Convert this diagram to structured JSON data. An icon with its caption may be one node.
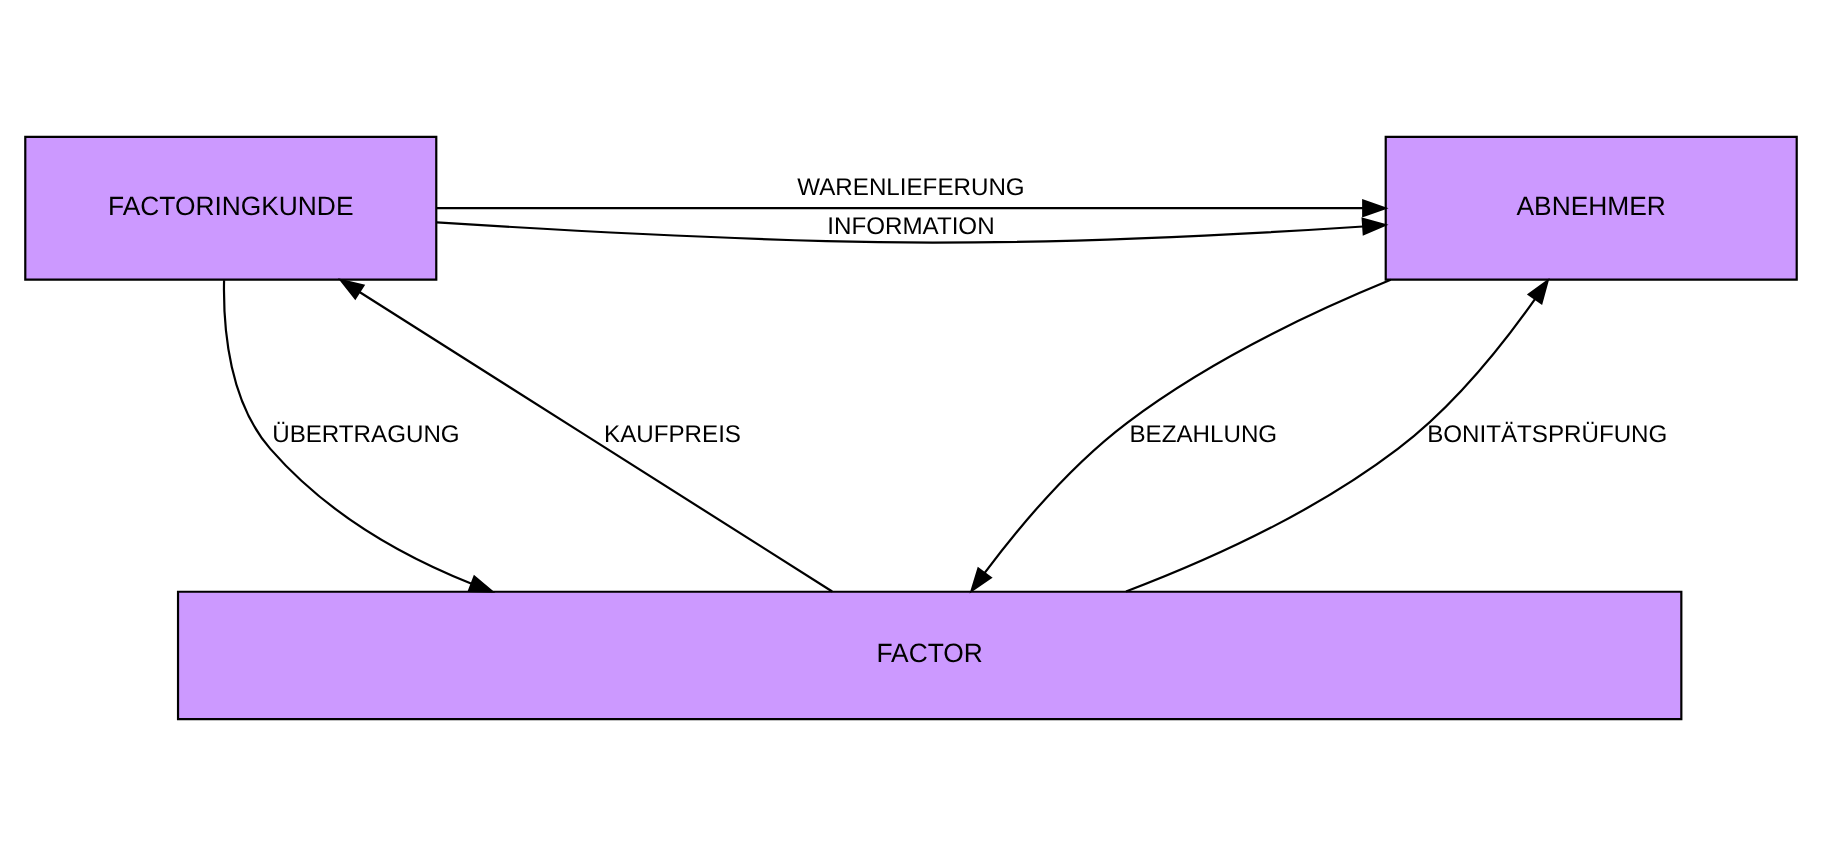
{
  "diagram": {
    "nodes": [
      {
        "text": [
          "FACTORINGKUNDE"
        ]
      },
      {
        "text": [
          "ABNEHMER"
        ]
      },
      {
        "text": [
          "FACTOR"
        ]
      }
    ],
    "edges": [
      {
        "from": 0,
        "to": 1,
        "arrow": "to",
        "label": "WARENLIEFERUNG"
      },
      {
        "from": 0,
        "to": 1,
        "arrow": "to",
        "label": "INFORMATION"
      },
      {
        "from": 2,
        "to": 0,
        "arrow": "to",
        "label": "KAUFPREIS"
      },
      {
        "from": 0,
        "to": 2,
        "arrow": "to",
        "label": "ÜBERTRAGUNG"
      },
      {
        "from": 2,
        "to": 1,
        "arrow": "to",
        "label": "BONITÄTSPRÜFUNG"
      },
      {
        "from": 1,
        "to": 2,
        "arrow": "to",
        "label": "BEZAHLUNG"
      }
    ]
  }
}
